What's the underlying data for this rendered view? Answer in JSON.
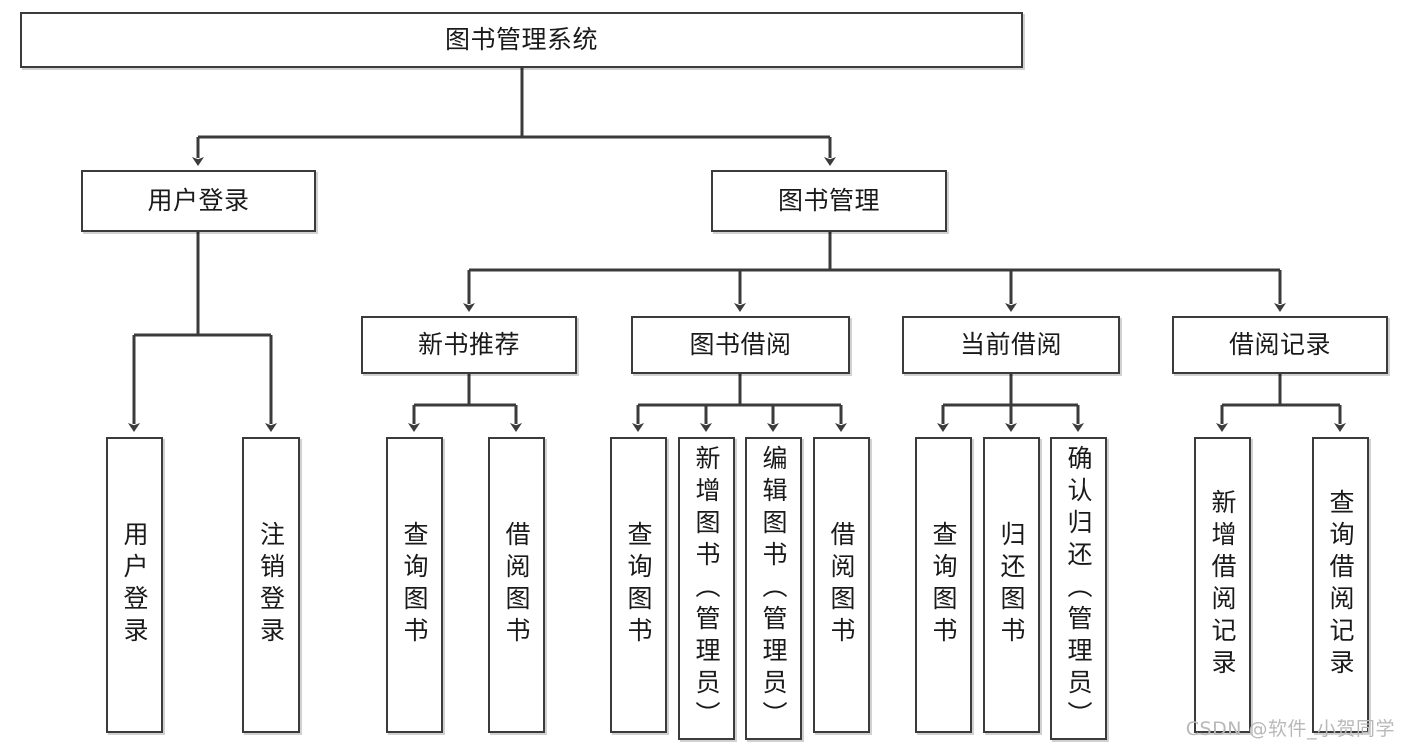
{
  "diagram": {
    "title": "图书管理系统",
    "type": "tree-hierarchy-diagram",
    "watermark": "CSDN @软件_小贺同学",
    "colors": {
      "stroke": "#3b3b3b",
      "fill": "#ffffff",
      "text": "#1a1a1a",
      "watermark": "#b9b9b9"
    },
    "root": {
      "label": "图书管理系统"
    },
    "level2": [
      {
        "label": "用户登录"
      },
      {
        "label": "图书管理"
      }
    ],
    "level3": [
      {
        "label": "新书推荐"
      },
      {
        "label": "图书借阅"
      },
      {
        "label": "当前借阅"
      },
      {
        "label": "借阅记录"
      }
    ],
    "leaves": {
      "user_login": [
        {
          "label": "用户登录"
        },
        {
          "label": "注销登录"
        }
      ],
      "new_book_recommend": [
        {
          "label": "查询图书"
        },
        {
          "label": "借阅图书"
        }
      ],
      "book_borrow": [
        {
          "label": "查询图书"
        },
        {
          "label": "新增图书（管理员）"
        },
        {
          "label": "编辑图书（管理员）"
        },
        {
          "label": "借阅图书"
        }
      ],
      "current_borrow": [
        {
          "label": "查询图书"
        },
        {
          "label": "归还图书"
        },
        {
          "label": "确认归还（管理员）"
        }
      ],
      "borrow_record": [
        {
          "label": "新增借阅记录"
        },
        {
          "label": "查询借阅记录"
        }
      ]
    }
  }
}
